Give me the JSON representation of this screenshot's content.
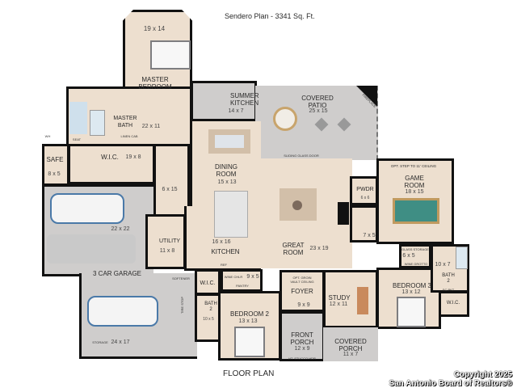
{
  "title": "Sendero Plan - 3341 Sq. Ft.",
  "footer_label": "FLOOR PLAN",
  "copyright": [
    "Copyright 2025",
    "San Antonio Board of Realtors®"
  ],
  "colors": {
    "floor": "#eddfcf",
    "outdoor": "#cfcdcc",
    "walls": "#111111",
    "game_table": "#3f8e84"
  },
  "rooms": {
    "master_bedroom": {
      "name": "MASTER BEDROOM",
      "size": "19 x 14"
    },
    "master_bath": {
      "name": "MASTER BATH",
      "size": "22 x 11"
    },
    "safe": {
      "name": "SAFE",
      "size": "8 x 5"
    },
    "wic_master": {
      "name": "W.I.C.",
      "size": "19 x 8"
    },
    "summer_kitchen": {
      "name": "SUMMER KITCHEN",
      "size": "14 x 7"
    },
    "covered_patio": {
      "name": "COVERED PATIO",
      "size": "25 x 15"
    },
    "dining_room": {
      "name": "DINING ROOM",
      "size": "15 x 13"
    },
    "hall": {
      "size": "6 x 15"
    },
    "kitchen": {
      "name": "KITCHEN",
      "size": "16 x 16"
    },
    "great_room": {
      "name": "GREAT ROOM",
      "size": "23 x 19"
    },
    "game_room": {
      "name": "GAME ROOM",
      "size": "18 x 15",
      "note": "OPT. STEP TO 11' CEILING"
    },
    "powder": {
      "name": "PWDR",
      "size": "6 x 6"
    },
    "laundry_nook": {
      "size": "7 x 5"
    },
    "garage": {
      "name": "3 CAR GARAGE",
      "size": "22 x 22"
    },
    "storage": {
      "name": "STORAGE",
      "size": "24 x 17"
    },
    "utility": {
      "name": "UTILITY",
      "size": "11 x 8"
    },
    "wic_2": {
      "name": "W.I.C."
    },
    "bath_2a": {
      "name": "BATH 2",
      "size": "10 x 5"
    },
    "pantry": {
      "name": "PANTRY",
      "size": "9 x 5",
      "note": "WINE CHLR"
    },
    "bedroom_2": {
      "name": "BEDROOM 2",
      "size": "13 x 13"
    },
    "foyer": {
      "name": "FOYER",
      "size": "9 x 9",
      "note": "OPT. GROIN VAULT CEILING"
    },
    "study": {
      "name": "STUDY",
      "size": "12 x 11"
    },
    "bedroom_3": {
      "name": "BEDROOM 3",
      "size": "13 x 12"
    },
    "bath_2b": {
      "name": "BATH 2",
      "size": "10 x 7"
    },
    "wic_3": {
      "name": "W.I.C."
    },
    "wine_grotto": {
      "name": "WINE GROTTO",
      "size": "6 x 5"
    },
    "front_porch": {
      "name": "FRONT PORCH",
      "size": "12 x 9",
      "note": "HT. STUCCO HDR"
    },
    "covered_porch": {
      "name": "COVERED PORCH",
      "size": "11 x 7"
    }
  },
  "annotations": {
    "sliding_glass_door": "SLIDING GLASS DOOR",
    "fireplace": "FIREPLACE",
    "softener": "SOFTENER",
    "tire_stop": "TIRE STOP",
    "linen": "LINEN",
    "linen_cab": "LINEN CAB",
    "seat": "SEAT",
    "wh": "WH",
    "ref": "REF",
    "sc_pkt": "SC PKT",
    "glass_storage": "GLASS STORAGE"
  }
}
